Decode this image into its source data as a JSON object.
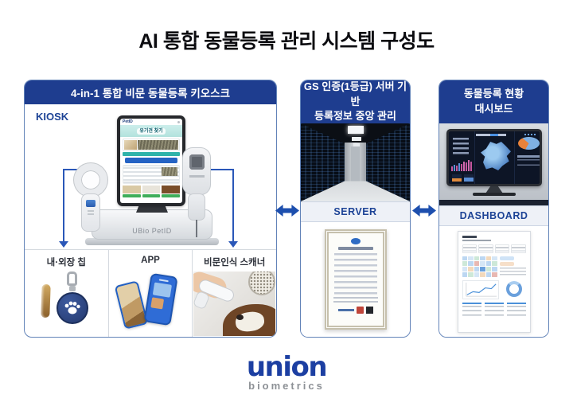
{
  "title": "AI 통합 동물등록 관리 시스템 구성도",
  "kiosk_panel": {
    "header": "4-in-1 통합 비문 동물등록 키오스크",
    "section_label": "KIOSK",
    "device": {
      "app_name": "PetID",
      "screen_title": "유기견 찾기",
      "base_label": "UBio PetID"
    },
    "columns": [
      {
        "label": "내·외장 칩"
      },
      {
        "label": "APP"
      },
      {
        "label": "비문인식 스캐너"
      }
    ]
  },
  "server_panel": {
    "header_line1": "GS 인증(1등급) 서버 기반",
    "header_line2": "등록정보 중앙 관리",
    "section_label": "SERVER"
  },
  "dashboard_panel": {
    "header_line1": "동물등록 현황",
    "header_line2": "대시보드",
    "section_label": "DASHBOARD"
  },
  "logo": {
    "brand": "union",
    "tagline": "biometrics"
  },
  "colors": {
    "header_navy": "#1e3d8f",
    "panel_border": "#6283b8",
    "accent_blue": "#1d4396",
    "arrow_blue": "#1d4fae",
    "connector_blue": "#2a57b8"
  }
}
